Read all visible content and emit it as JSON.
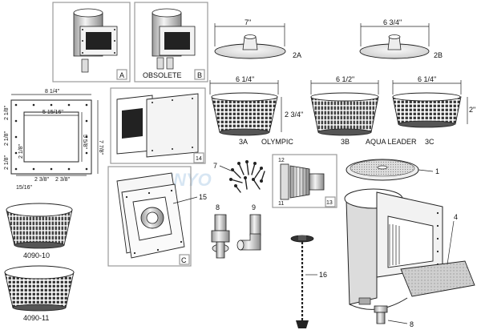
{
  "diagram": {
    "watermark": "INYO",
    "callouts": {
      "a": "A",
      "b": "B",
      "c": "C",
      "obsolete": "OBSOLETE",
      "p1": "1",
      "p2a": "2A",
      "p2b": "2B",
      "p3a": "3A",
      "p3b": "3B",
      "p3c": "3C",
      "p4": "4",
      "p7": "7",
      "p8a": "8",
      "p8b": "8",
      "p9": "9",
      "p11": "11",
      "p12": "12",
      "p13": "13",
      "p14": "14",
      "p15": "15",
      "p16": "16",
      "brand_olympic": "OLYMPIC",
      "brand_aqua_leader": "AQUA LEADER",
      "basket_4090_10": "4090-10",
      "basket_4090_11": "4090-11"
    },
    "dimensions": {
      "lid_2a_width": "7\"",
      "lid_2b_width": "6 3/4\"",
      "basket_3a_width": "6 1/4\"",
      "basket_3b_width": "6 1/2\"",
      "basket_3c_width": "6 1/4\"",
      "basket_3a_height": "2 3/4\"",
      "basket_3c_height": "2\"",
      "gasket_width": "8 1/4\"",
      "gasket_inner_width": "5 15/16\"",
      "gasket_height": "7 7/8\"",
      "gasket_inner_height": "5 5/8\"",
      "gasket_left_top": "2 1/8\"",
      "gasket_left_mid": "2 1/8\"",
      "gasket_left_bot": "2 1/8\"",
      "gasket_left_side": "2 1/8\"",
      "gasket_bottom_a": "2 3/8\"",
      "gasket_bottom_b": "2 3/8\"",
      "gasket_offset": "15/16\""
    }
  }
}
